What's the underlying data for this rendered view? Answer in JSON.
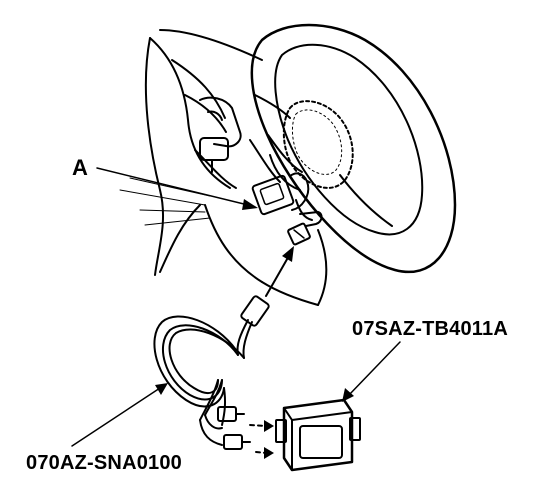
{
  "callouts": {
    "a": "A",
    "tester": "07SAZ-TB4011A",
    "harness": "070AZ-SNA0100"
  },
  "colors": {
    "ink": "#000000",
    "paper": "#ffffff"
  }
}
